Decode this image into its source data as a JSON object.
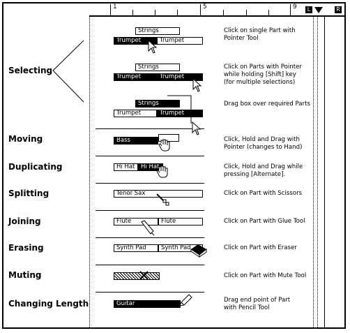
{
  "ruler": {
    "bars": [
      "1",
      "5",
      "9"
    ],
    "left_marker": "L",
    "right_marker": "R"
  },
  "rows": {
    "selecting": {
      "label": "Selecting",
      "examples": [
        {
          "parts": [
            "Strings",
            "Trumpet",
            "Trumpet"
          ],
          "desc": "Click on single Part with\nPointer Tool"
        },
        {
          "parts": [
            "Strings",
            "Trumpet",
            "Trumpet"
          ],
          "desc": "Click on Parts with Pointer\nwhile holding [Shift] key\n(for multiple selections)"
        },
        {
          "parts": [
            "Strings",
            "Trumpet",
            "Trumpet"
          ],
          "desc": "Drag box over required Parts"
        }
      ]
    },
    "moving": {
      "label": "Moving",
      "parts": [
        "Bass"
      ],
      "desc": "Click, Hold and Drag with\nPointer (changes to Hand)"
    },
    "duplicating": {
      "label": "Duplicating",
      "parts": [
        "Hi Hat",
        "Hi Hat"
      ],
      "desc": "Click, Hold and Drag while\npressing [Alternate]."
    },
    "splitting": {
      "label": "Splitting",
      "parts": [
        "Tenor Sax"
      ],
      "desc": "Click on Part with Scissors"
    },
    "joining": {
      "label": "Joining",
      "parts": [
        "Flute",
        "Flute"
      ],
      "desc": "Click on Part with Glue Tool"
    },
    "erasing": {
      "label": "Erasing",
      "parts": [
        "Synth Pad",
        "Synth Pad"
      ],
      "desc": "Click on Part with Eraser"
    },
    "muting": {
      "label": "Muting",
      "desc": "Click on Part with Mute Tool"
    },
    "changing": {
      "label": "Changing Length",
      "parts": [
        "Guitar"
      ],
      "desc": "Drag end point of Part\nwith Pencil Tool"
    }
  }
}
